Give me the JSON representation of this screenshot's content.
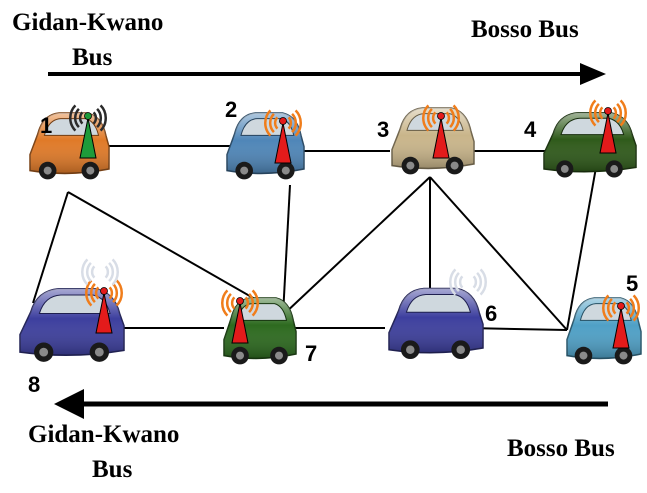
{
  "routes": {
    "top_left_line1": "Gidan-Kwano",
    "top_left_line2": "Bus",
    "top_right": "Bosso Bus",
    "bottom_left_line1": "Gidan-Kwano",
    "bottom_left_line2": "Bus",
    "bottom_right": "Bosso Bus"
  },
  "nodes": [
    {
      "id": "1",
      "label": "1",
      "car_color": "#e07a28",
      "antenna": "green"
    },
    {
      "id": "2",
      "label": "2",
      "car_color": "#4f86b8",
      "antenna": "red"
    },
    {
      "id": "3",
      "label": "3",
      "car_color": "#c9b58a",
      "antenna": "red"
    },
    {
      "id": "4",
      "label": "4",
      "car_color": "#2f5a1a",
      "antenna": "red"
    },
    {
      "id": "5",
      "label": "5",
      "car_color": "#4fa0c6",
      "antenna": "red"
    },
    {
      "id": "6",
      "label": "6",
      "car_color": "#3d3f9e",
      "antenna": "none"
    },
    {
      "id": "7",
      "label": "7",
      "car_color": "#2d6a1f",
      "antenna": "red"
    },
    {
      "id": "8",
      "label": "8",
      "car_color": "#3d3f9e",
      "antenna": "red"
    }
  ],
  "links": [
    [
      "1",
      "2"
    ],
    [
      "2",
      "3"
    ],
    [
      "3",
      "4"
    ],
    [
      "1",
      "8"
    ],
    [
      "1",
      "7"
    ],
    [
      "2",
      "7"
    ],
    [
      "3",
      "7"
    ],
    [
      "3",
      "6"
    ],
    [
      "3",
      "5"
    ],
    [
      "4",
      "5"
    ],
    [
      "8",
      "7"
    ],
    [
      "7",
      "6"
    ],
    [
      "6",
      "5"
    ]
  ]
}
